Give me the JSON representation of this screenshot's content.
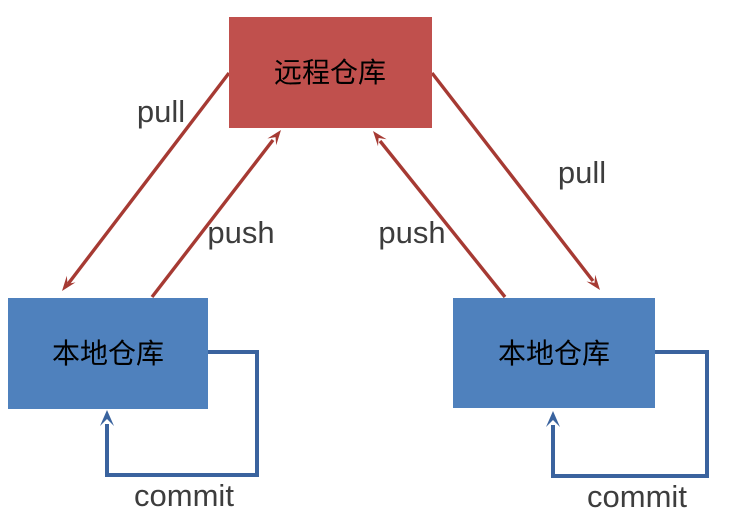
{
  "diagram": {
    "type": "git-workflow-flow-diagram",
    "nodes": {
      "remote": {
        "label": "远程仓库"
      },
      "local_left": {
        "label": "本地仓库"
      },
      "local_right": {
        "label": "本地仓库"
      }
    },
    "edges": {
      "pull_left": {
        "label": "pull",
        "from": "remote",
        "to": "local_left"
      },
      "push_left": {
        "label": "push",
        "from": "local_left",
        "to": "remote"
      },
      "pull_right": {
        "label": "pull",
        "from": "remote",
        "to": "local_right"
      },
      "push_right": {
        "label": "push",
        "from": "local_right",
        "to": "remote"
      },
      "commit_left": {
        "label": "commit",
        "from": "local_left",
        "to": "local_left"
      },
      "commit_right": {
        "label": "commit",
        "from": "local_right",
        "to": "local_right"
      }
    }
  },
  "colors": {
    "background": "#FFFFFF",
    "remote_fill": "#C0504D",
    "local_fill": "#4F81BD",
    "red_arrow_color": "#A63A33",
    "blue_arrow_color": "#3A639E",
    "node_text_color": "#000000",
    "edge_label_color": "#3D3D3D"
  }
}
